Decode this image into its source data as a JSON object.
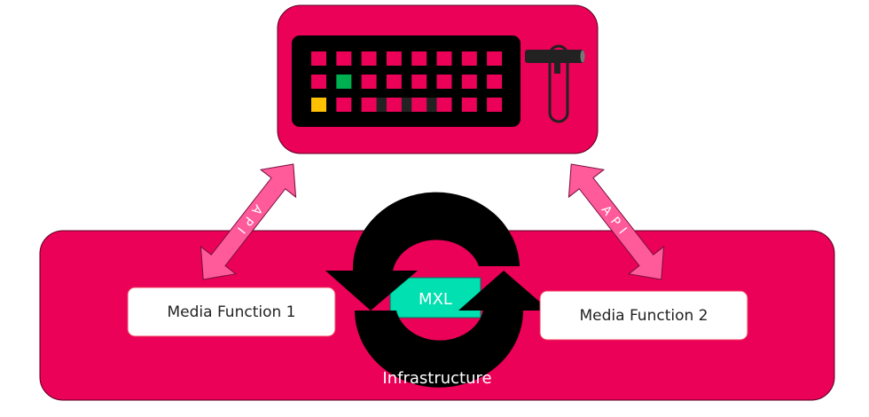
{
  "colors": {
    "pink": "#EB0158",
    "arrow_pink": "#FF5A9A",
    "black": "#000000",
    "dark_grey": "#222222",
    "teal": "#00E0B0",
    "green": "#00B050",
    "yellow": "#FFC000",
    "white": "#FFFFFF"
  },
  "controller": {
    "name": "control-panel",
    "grid": {
      "rows": 3,
      "cols": 8,
      "highlights": [
        {
          "row": 1,
          "col": 1,
          "color": "green"
        },
        {
          "row": 2,
          "col": 0,
          "color": "yellow"
        }
      ],
      "linked_row": 2,
      "linked_gaps": [
        2,
        3,
        4
      ]
    },
    "fader_icon": "fader-lever-icon"
  },
  "api_arrows": [
    {
      "label": "API",
      "letters": [
        "A",
        "P",
        "I"
      ]
    },
    {
      "label": "API",
      "letters": [
        "A",
        "P",
        "I"
      ]
    }
  ],
  "infrastructure": {
    "label": "Infrastructure",
    "mxl_label": "MXL",
    "sync_icon": "circular-arrows-icon"
  },
  "media_functions": [
    {
      "label": "Media Function 1"
    },
    {
      "label": "Media Function 2"
    }
  ]
}
